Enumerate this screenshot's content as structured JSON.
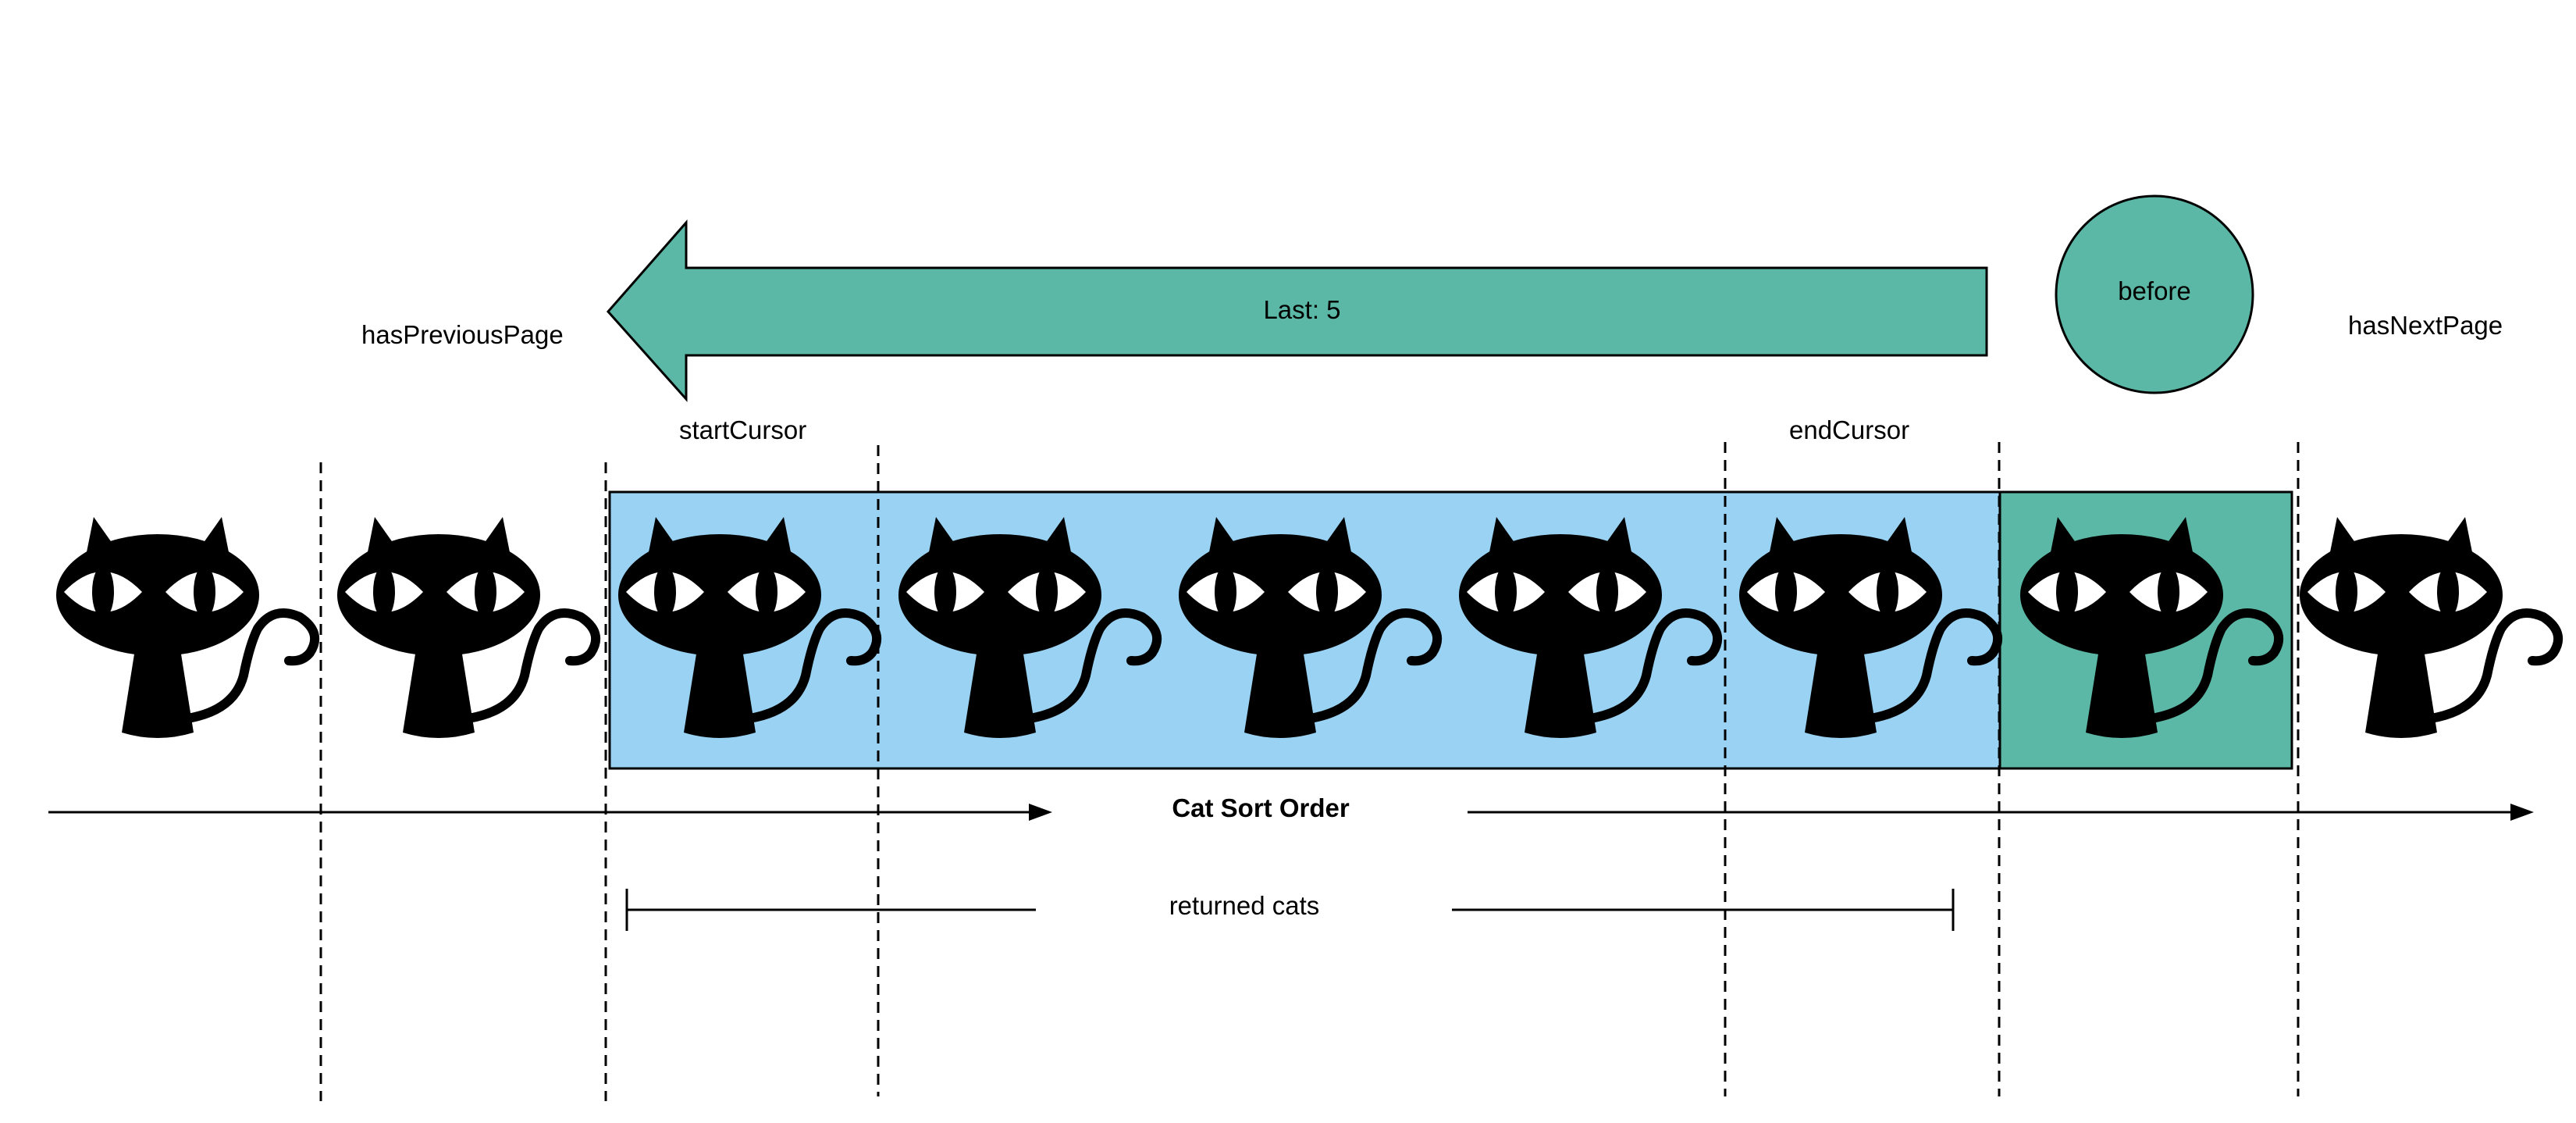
{
  "diagram": {
    "arrow_label": "Last: 5",
    "circle_label": "before",
    "has_previous_page": "hasPreviousPage",
    "has_next_page": "hasNextPage",
    "start_cursor": "startCursor",
    "end_cursor": "endCursor",
    "sort_order_label": "Cat Sort Order",
    "returned_label": "returned cats",
    "cat_count": 9,
    "cats": [
      {
        "index": 1,
        "highlight": "none"
      },
      {
        "index": 2,
        "highlight": "none"
      },
      {
        "index": 3,
        "highlight": "returned"
      },
      {
        "index": 4,
        "highlight": "returned"
      },
      {
        "index": 5,
        "highlight": "returned"
      },
      {
        "index": 6,
        "highlight": "returned"
      },
      {
        "index": 7,
        "highlight": "returned"
      },
      {
        "index": 8,
        "highlight": "before"
      },
      {
        "index": 9,
        "highlight": "none"
      }
    ],
    "colors": {
      "teal": "#5cb8a6",
      "light_blue": "#99d2f2",
      "black": "#000000"
    },
    "icons": {
      "arrow": "left-block-arrow",
      "circle": "before-circle",
      "cat": "black-cat-icon"
    }
  }
}
